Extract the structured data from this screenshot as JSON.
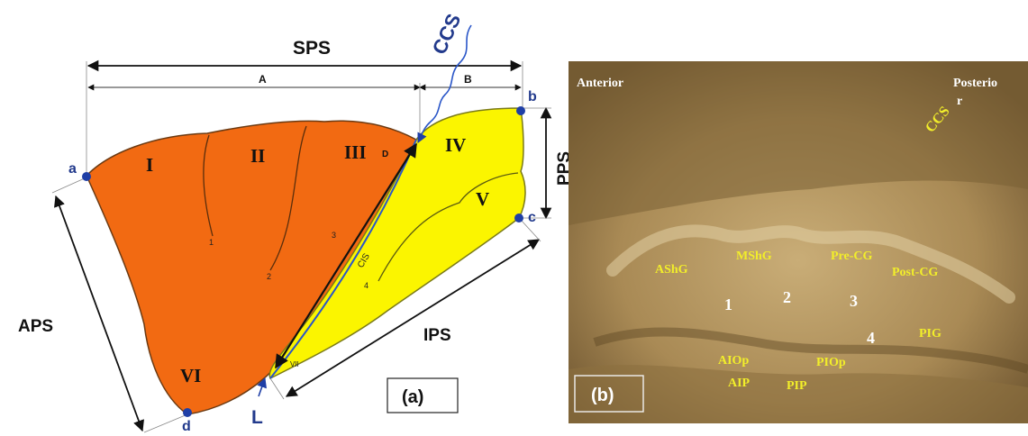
{
  "panel_a": {
    "tag": "(a)",
    "sps": "SPS",
    "ccs": "CCS",
    "seg_a": "A",
    "seg_b": "B",
    "pps": "PPS",
    "aps": "APS",
    "ips": "IPS",
    "cis": "CIS",
    "l_marker": "L",
    "d_small": "D",
    "vii": "VII",
    "point_a": "a",
    "point_b": "b",
    "point_c": "c",
    "point_d": "d",
    "gyri": [
      "I",
      "II",
      "III",
      "IV",
      "V",
      "VI"
    ],
    "sulci_numbers": [
      "1",
      "2",
      "3",
      "4"
    ],
    "colors": {
      "anterior_lobule": "#f26a12",
      "posterior_lobule": "#fbf500",
      "landmark": "#1f3fa6"
    }
  },
  "panel_b": {
    "tag": "(b)",
    "anterior": "Anterior",
    "posterior_1": "Posterio",
    "posterior_2": "r",
    "ccs": "CCS",
    "labels": {
      "ashg": "AShG",
      "mshg": "MShG",
      "precg": "Pre-CG",
      "postcg": "Post-CG",
      "pig": "PIG",
      "aiop": "AIOp",
      "aip": "AIP",
      "pip": "PIP",
      "piop": "PIOp"
    },
    "numbers": [
      "1",
      "2",
      "3",
      "4"
    ]
  }
}
